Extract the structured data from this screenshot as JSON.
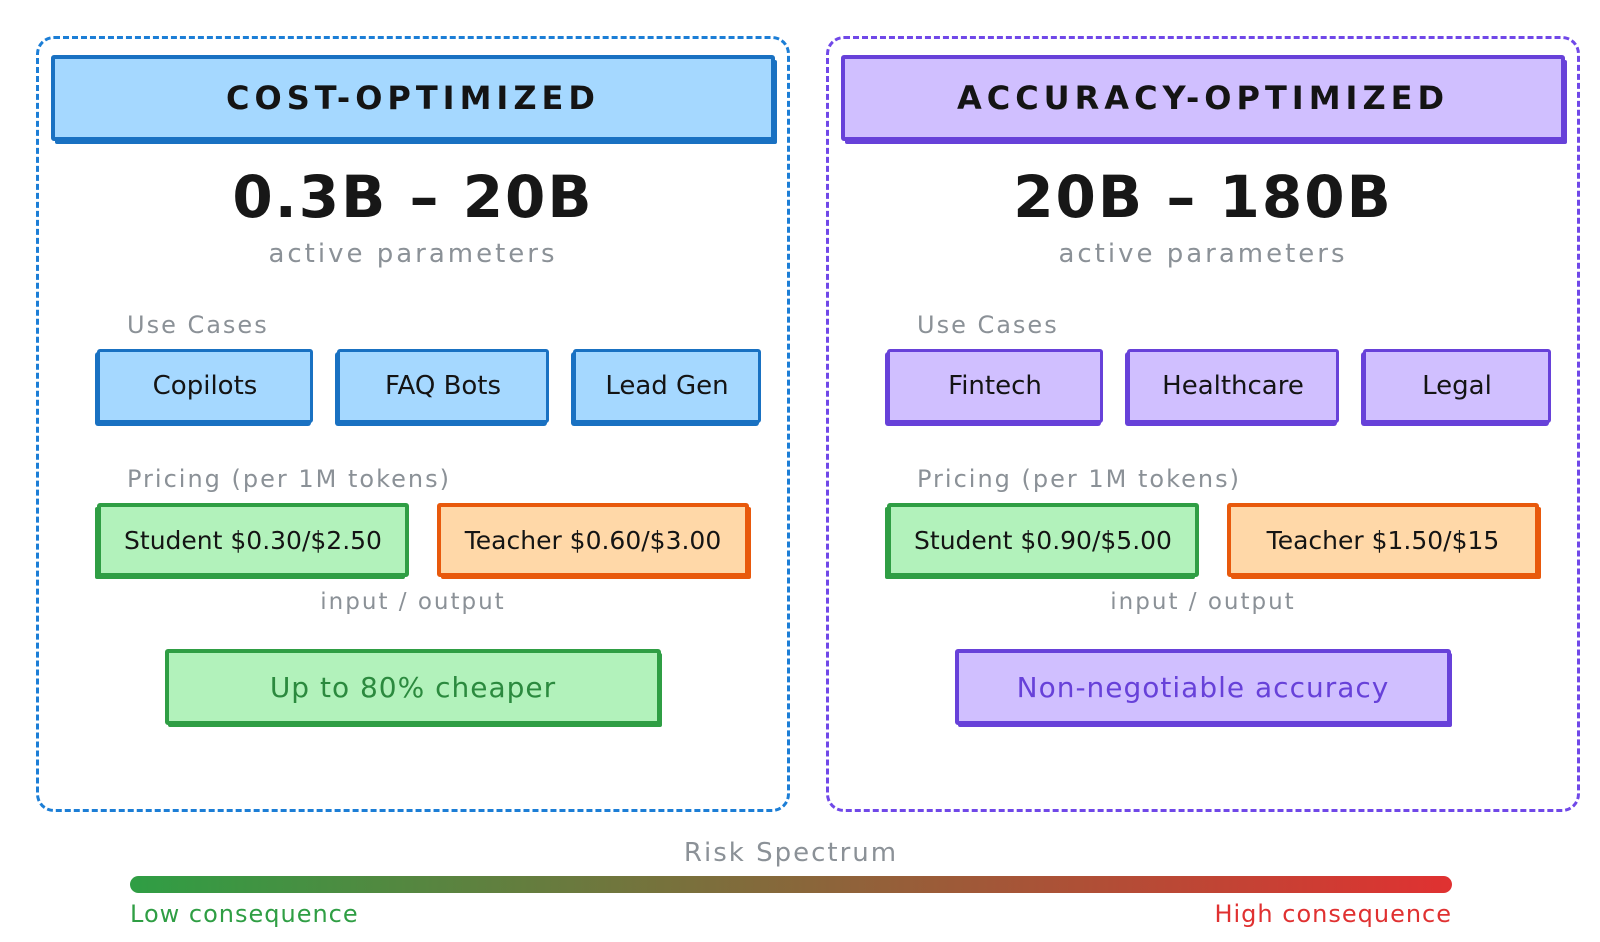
{
  "panels": [
    {
      "title": "COST-OPTIMIZED",
      "param_range": "0.3B – 20B",
      "param_caption": "active parameters",
      "use_cases_label": "Use Cases",
      "use_cases": [
        "Copilots",
        "FAQ Bots",
        "Lead Gen"
      ],
      "pricing_label": "Pricing (per 1M tokens)",
      "student_price": "Student $0.30/$2.50",
      "teacher_price": "Teacher $0.60/$3.00",
      "io_caption": "input / output",
      "highlight": "Up to 80% cheaper",
      "accent_color": "#1971c2",
      "fill_color": "#a5d8ff"
    },
    {
      "title": "ACCURACY-OPTIMIZED",
      "param_range": "20B – 180B",
      "param_caption": "active parameters",
      "use_cases_label": "Use Cases",
      "use_cases": [
        "Fintech",
        "Healthcare",
        "Legal"
      ],
      "pricing_label": "Pricing (per 1M tokens)",
      "student_price": "Student $0.90/$5.00",
      "teacher_price": "Teacher $1.50/$15",
      "io_caption": "input / output",
      "highlight": "Non-negotiable accuracy",
      "accent_color": "#6741d9",
      "fill_color": "#d0bfff"
    }
  ],
  "pricing_colors": {
    "student_fill": "#b2f2bb",
    "student_border": "#2f9e44",
    "teacher_fill": "#ffd8a8",
    "teacher_border": "#e8590c"
  },
  "risk_spectrum": {
    "title": "Risk Spectrum",
    "low_label": "Low consequence",
    "high_label": "High consequence",
    "low_color": "#2f9e44",
    "high_color": "#e03131"
  }
}
